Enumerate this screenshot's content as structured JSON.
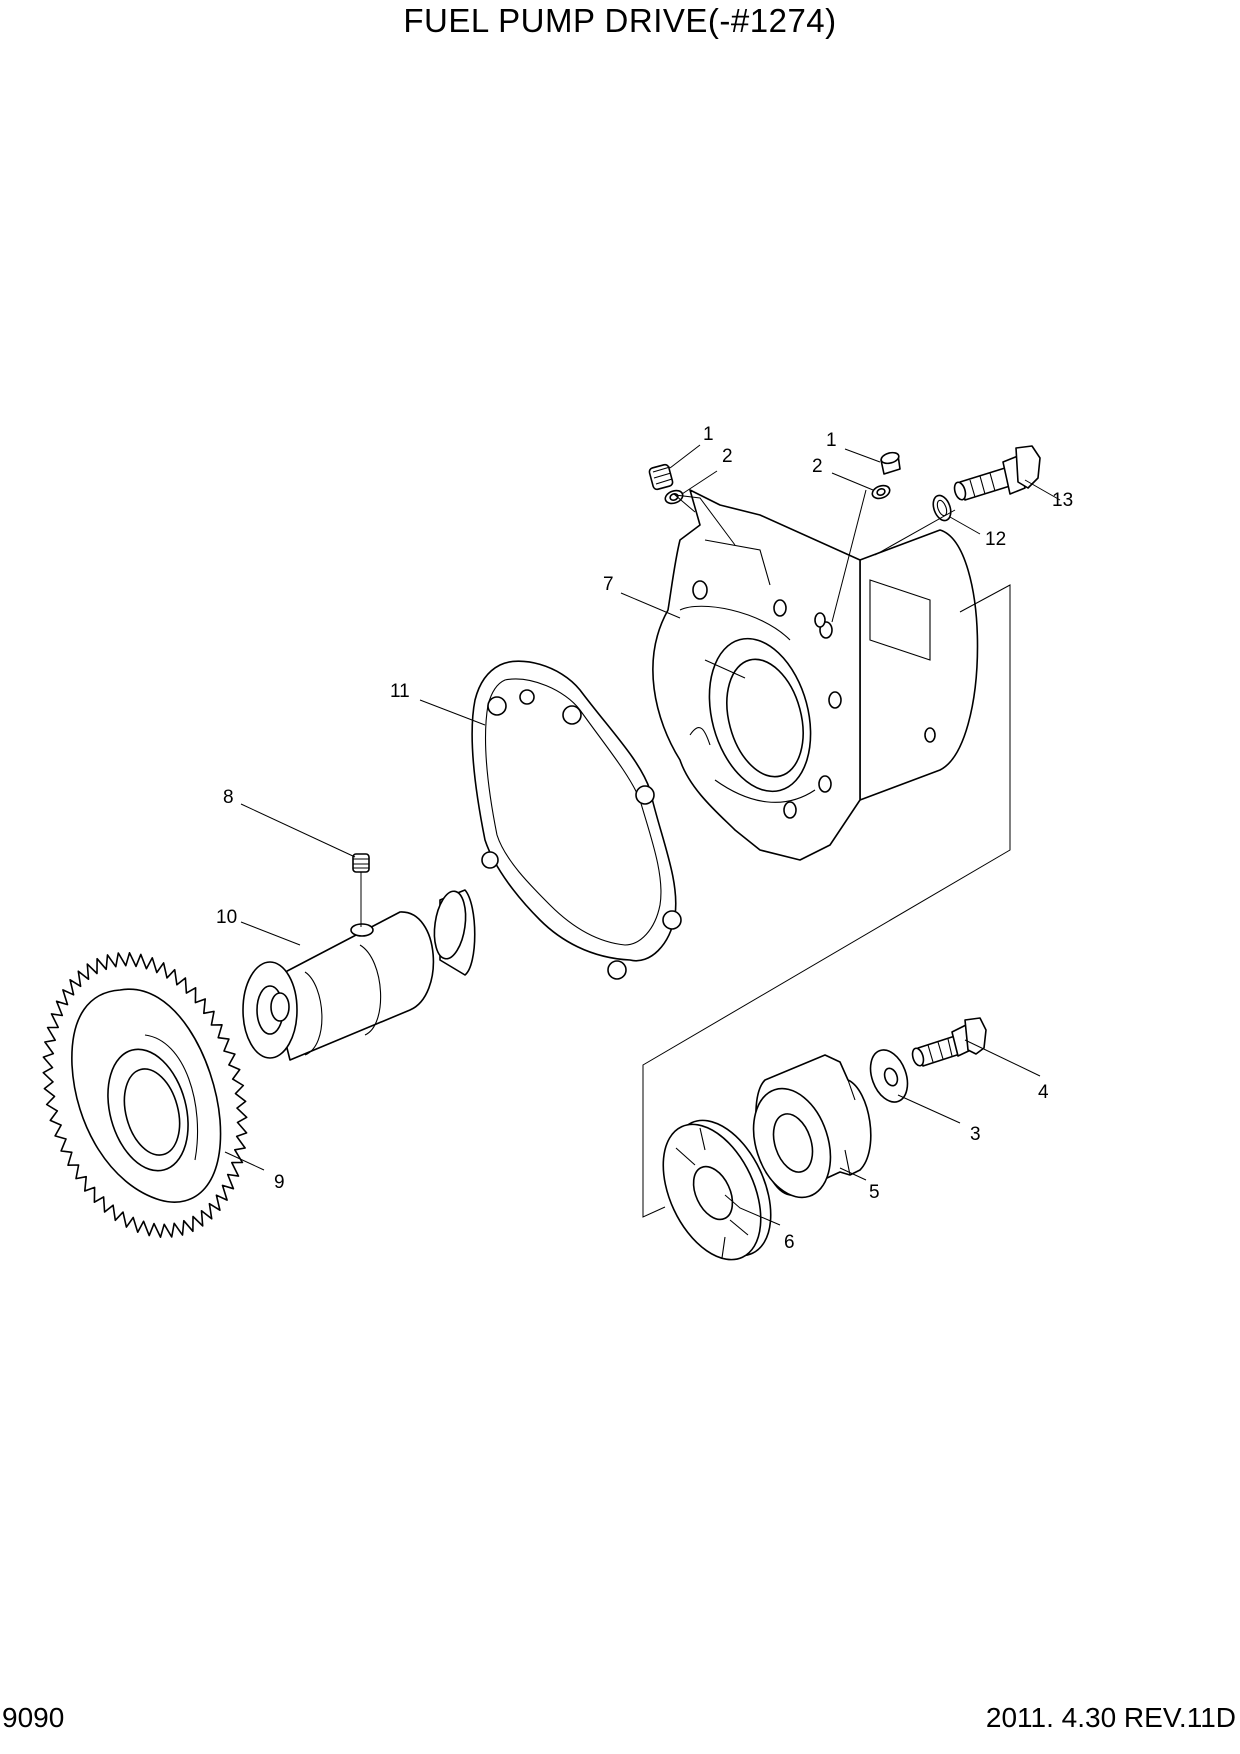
{
  "title": "FUEL PUMP DRIVE(-#1274)",
  "footer": {
    "page_code": "9090",
    "date_rev": "2011. 4.30  REV.11D"
  },
  "callouts": [
    "1",
    "2",
    "1",
    "2",
    "13",
    "12",
    "7",
    "11",
    "8",
    "10",
    "4",
    "3",
    "5",
    "6",
    "9"
  ]
}
